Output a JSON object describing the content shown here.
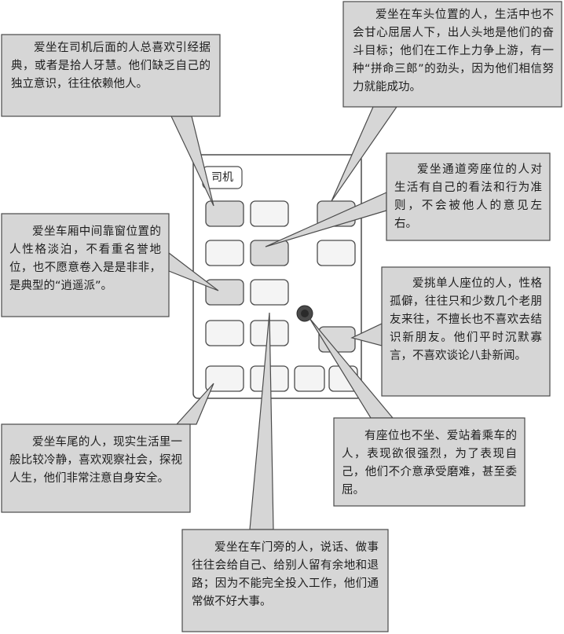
{
  "driver_label": "司机",
  "callouts": {
    "behind_driver": "爱坐在司机后面的人总喜欢引经据典，或者是拾人牙慧。他们缺乏自己的独立意识，往往依赖他人。",
    "front_position": "爱坐在车头位置的人，生活中也不会甘心屈居人下，出人头地是他们的奋斗目标；他们在工作上力争上游，有一种“拼命三郎”的劲头，因为他们相信努力就能成功。",
    "aisle_seat": "爱坐通道旁座位的人对生活有自己的看法和行为准则，不会被他人的意见左右。",
    "middle_window": "爱坐车厢中间靠窗位置的人性格淡泊，不看重名誉地位，也不愿意卷入是是非非，是典型的“逍遥派”。",
    "single_seat": "爱挑单人座位的人，性格孤僻，往往只和少数几个老朋友来往，不擅长也不喜欢去结识新朋友。他们平时沉默寡言，不喜欢谈论八卦新闻。",
    "rear_seat": "爱坐车尾的人，现实生活里一般比较冷静，喜欢观察社会，探视人生，他们非常注意自身安全。",
    "standing": "有座位也不坐、爱站着乘车的人，表现欲很强烈，为了表现自己，他们不介意承受磨难，甚至委屈。",
    "near_door": "爱坐在车门旁的人，说话、做事往往会给自己、给别人留有余地和退路；因为不能完全投入工作，他们通常做不好大事。"
  }
}
